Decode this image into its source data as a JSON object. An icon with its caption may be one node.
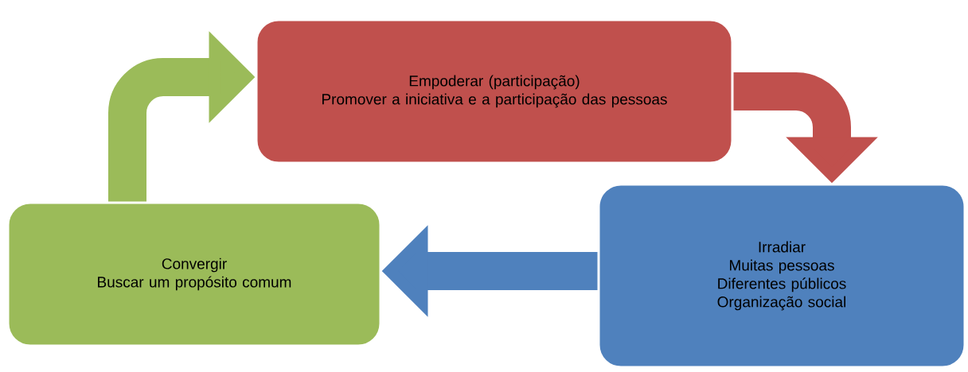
{
  "diagram": {
    "nodes": [
      {
        "text": [
          "Empoderar (participação)",
          "Promover a iniciativa e a participação das pessoas"
        ]
      },
      {
        "text": [
          "Irradiar",
          "Muitas pessoas",
          "Diferentes públicos",
          "Organização social"
        ]
      },
      {
        "text": [
          "Convergir",
          "Buscar um propósito comum"
        ]
      }
    ],
    "edges": [
      {
        "from": 2,
        "to": 0,
        "arrow": "to",
        "color": "#9bbb59"
      },
      {
        "from": 0,
        "to": 1,
        "arrow": "to",
        "color": "#c0504d"
      },
      {
        "from": 1,
        "to": 2,
        "arrow": "to",
        "color": "#4f81bd"
      }
    ]
  }
}
